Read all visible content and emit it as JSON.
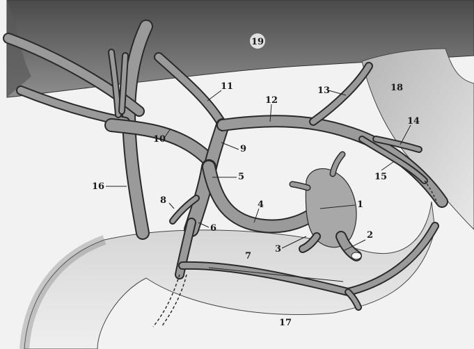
{
  "diagram": {
    "title": "",
    "labels": {
      "n1": "1",
      "n2": "2",
      "n3": "3",
      "n4": "4",
      "n5": "5",
      "n6": "6",
      "n7": "7",
      "n8": "8",
      "n9": "9",
      "n10": "10",
      "n11": "11",
      "n12": "12",
      "n13": "13",
      "n14": "14",
      "n15": "15",
      "n16": "16",
      "n17": "17",
      "n18": "18",
      "n19": "19"
    },
    "colors": {
      "background": "#ffffff",
      "organ_dark": "#6f6f6f",
      "organ_light": "#d9d9d9",
      "vessel_fill": "#9a9a9a",
      "vessel_outline": "#2a2a2a"
    }
  }
}
